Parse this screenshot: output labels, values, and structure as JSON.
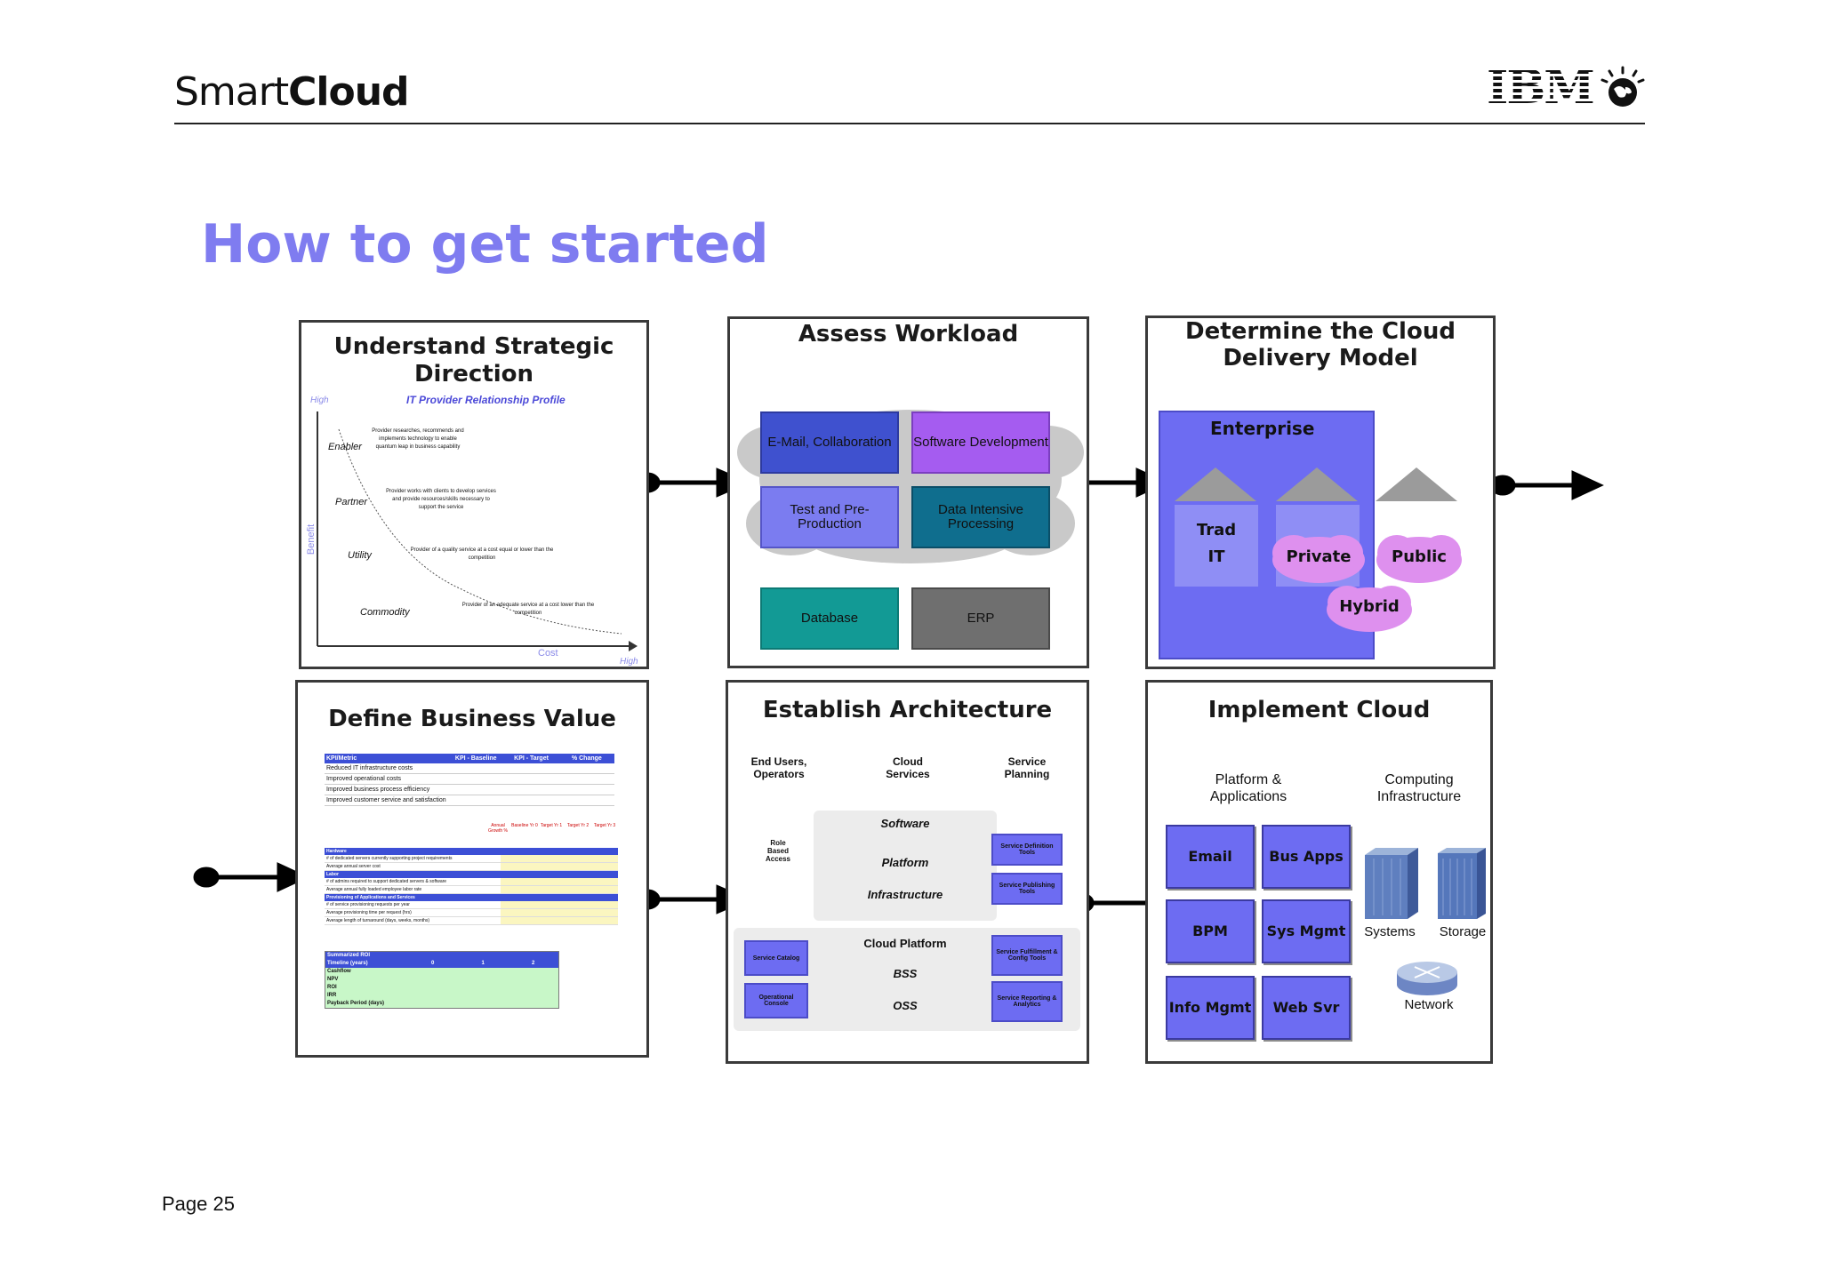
{
  "header": {
    "brand_light": "Smart",
    "brand_bold": "Cloud",
    "ibm_logo": "IBM",
    "title": "How to get started"
  },
  "footer": {
    "page": "Page 25"
  },
  "colors": {
    "accent": "#7f7cf0",
    "tile_blue": "#6d6cf2",
    "teal": "#129a95",
    "dark_teal": "#0f6e8e",
    "gray": "#6f6f6f"
  },
  "panels": {
    "strategic": {
      "title_line1": "Understand Strategic",
      "title_line2": "Direction",
      "chart_title": "IT Provider Relationship Profile",
      "y_axis": "Benefit",
      "x_axis": "Cost",
      "high_y": "High",
      "high_x": "High",
      "levels": [
        {
          "name": "Enabler",
          "desc": "Provider researches, recommends and implements technology to enable quantum leap in business capability"
        },
        {
          "name": "Partner",
          "desc": "Provider works with clients to develop services and provide resources/skills necessary to support the service"
        },
        {
          "name": "Utility",
          "desc": "Provider of a quality service at a cost equal or lower than the competition"
        },
        {
          "name": "Commodity",
          "desc": "Provider of an adequate service at a cost lower than the competition"
        }
      ]
    },
    "assess": {
      "title": "Assess Workload",
      "tiles": [
        "E-Mail, Collaboration",
        "Software Development",
        "Test and Pre-Production",
        "Data Intensive Processing",
        "Database",
        "ERP"
      ]
    },
    "delivery": {
      "title_line1": "Determine the Cloud",
      "title_line2": "Delivery Model",
      "enterprise": "Enterprise",
      "trad_line1": "Trad",
      "trad_line2": "IT",
      "private": "Private",
      "public": "Public",
      "hybrid": "Hybrid"
    },
    "business": {
      "title": "Define Business Value",
      "kpi_header": [
        "KPI/Metric",
        "KPI - Baseline",
        "KPI - Target",
        "% Change"
      ],
      "kpi_rows": [
        "Reduced IT infrastructure costs",
        "Improved operational costs",
        "Improved business process efficiency",
        "Improved customer service and satisfaction"
      ],
      "growth_header": [
        "Annual Growth %",
        "Baseline Yr 0",
        "Target Yr 1",
        "Target Yr 2",
        "Target Yr 3"
      ],
      "sections": [
        {
          "name": "Hardware",
          "rows": [
            "# of dedicated servers currently supporting project requirements",
            "Average annual server cost"
          ]
        },
        {
          "name": "Labor",
          "rows": [
            "# of admins required to support dedicated servers & software",
            "Average annual fully loaded employee labor rate"
          ]
        },
        {
          "name": "Provisioning of Applications and Services",
          "rows": [
            "# of service provisioning requests per year",
            "Average provisioning time per request (hrs)",
            "Average length of turnaround (days, weeks, months)"
          ]
        }
      ],
      "financial_header": "Summarized ROI",
      "financial_rows": [
        "Timeline (years)",
        "Cashflow",
        "NPV",
        "ROI",
        "IRR",
        "Payback Period (days)"
      ],
      "financial_years": [
        "0",
        "1",
        "2"
      ]
    },
    "architecture": {
      "title": "Establish Architecture",
      "col_end_users": "End Users, Operators",
      "col_cloud_services": "Cloud Services",
      "col_service_planning": "Service Planning",
      "role_based": "Role Based Access",
      "software": "Software",
      "platform": "Platform",
      "infrastructure": "Infrastructure",
      "service_def": "Service Definition Tools",
      "service_pub": "Service Publishing Tools",
      "cloud_platform": "Cloud Platform",
      "bss": "BSS",
      "oss": "OSS",
      "service_catalog": "Service Catalog",
      "op_console": "Operational Console",
      "fulfillment": "Service Fulfillment & Config Tools",
      "reporting": "Service Reporting & Analytics"
    },
    "implement": {
      "title": "Implement Cloud",
      "platform_label": "Platform & Applications",
      "computing_label": "Computing Infrastructure",
      "tiles": [
        "Email",
        "Bus Apps",
        "BPM",
        "Sys Mgmt",
        "Info Mgmt",
        "Web Svr"
      ],
      "systems": "Systems",
      "storage": "Storage",
      "network": "Network"
    }
  }
}
